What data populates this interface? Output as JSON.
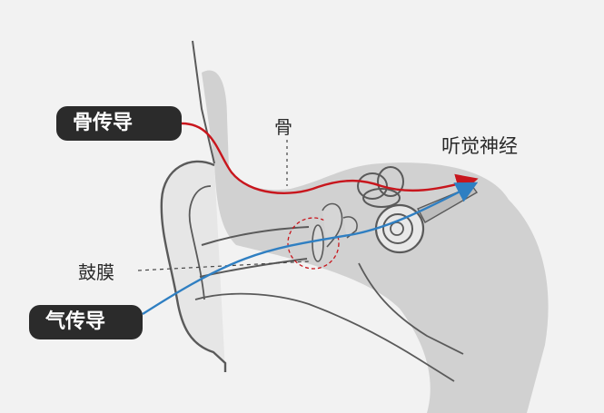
{
  "labels": {
    "bone_conduction": "骨传导",
    "air_conduction": "气传导",
    "bone": "骨",
    "auditory_nerve": "听觉神经",
    "eardrum": "鼓膜"
  },
  "colors": {
    "bone_conduction_path": "#c8161d",
    "air_conduction_path": "#2f7fc2",
    "skull_fill": "#cdcdcd",
    "outline": "#5a5a5a",
    "label_bg": "#2b2b2b"
  }
}
